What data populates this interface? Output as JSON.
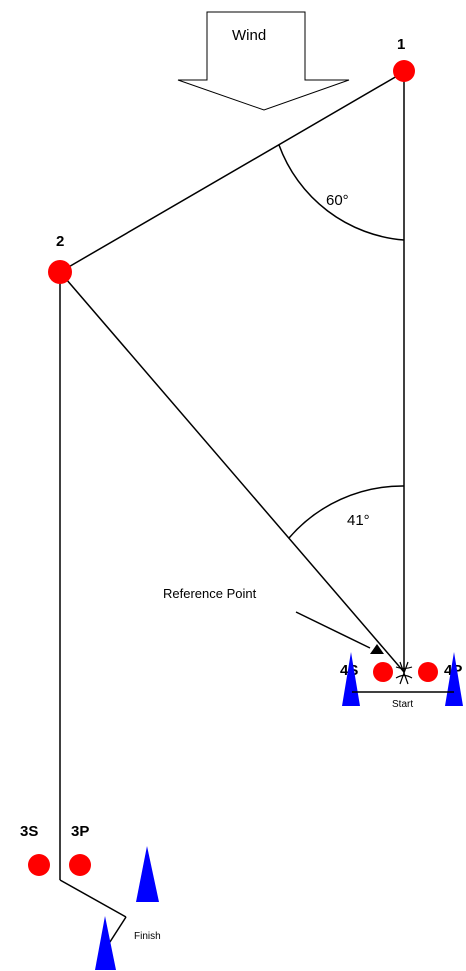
{
  "wind": {
    "label": "Wind",
    "icon": "down-arrow-icon"
  },
  "marks": {
    "mark_1": {
      "label": "1",
      "color": "#ff0000"
    },
    "mark_2": {
      "label": "2",
      "color": "#ff0000"
    },
    "mark_3s": {
      "label": "3S",
      "color": "#ff0000"
    },
    "mark_3p": {
      "label": "3P",
      "color": "#ff0000"
    },
    "mark_4s": {
      "label": "4S",
      "color": "#ff0000"
    },
    "mark_4p": {
      "label": "4P",
      "color": "#ff0000"
    }
  },
  "angles": {
    "angle_at_1": "60°",
    "angle_at_start": "41°"
  },
  "reference_point": {
    "label": "Reference Point"
  },
  "start_line": {
    "label": "Start",
    "buoy_color": "#0000ff"
  },
  "finish_line": {
    "label": "Finish",
    "buoy_color": "#0000ff"
  }
}
